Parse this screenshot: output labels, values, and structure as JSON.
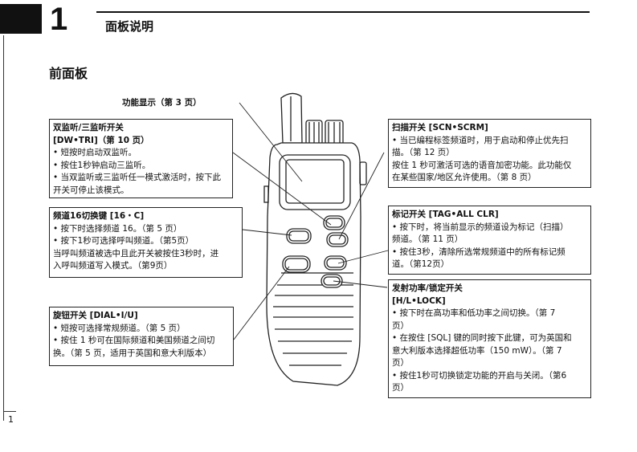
{
  "chapter": {
    "number": "1",
    "title": "面板说明"
  },
  "subsection_title": "前面板",
  "display_label": "功能显示（第 3 页）",
  "page_number": "1",
  "boxes": {
    "dw_tri": {
      "title1": "双监听/三监听开关",
      "title2": "[DW•TRI]（第 10 页）",
      "lines": [
        "• 短按时启动双监听。",
        "• 按住1秒钟启动三监听。",
        "• 当双监听或三监听任一模式激活时，按下此",
        "开关可停止该模式。"
      ]
    },
    "ch16": {
      "title": "频道16切换键 [16・C]",
      "lines": [
        "• 按下时选择频道 16。（第 5 页）",
        "• 按下1秒可选择呼叫频道。（第5页）",
        "当呼叫频道被选中且此开关被按住3秒时，进",
        "入呼叫频道写入模式。（第9页）"
      ]
    },
    "dial": {
      "title": "旋钮开关 [DIAL•I/U]",
      "lines": [
        "• 短按可选择常规频道。（第 5 页）",
        "• 按住 1 秒可在国际频道和美国频道之间切",
        "换。（第 5 页，适用于英国和意大利版本）"
      ]
    },
    "scan": {
      "title": "扫描开关 [SCN•SCRM]",
      "lines": [
        "• 当已编程标签频道时，用于启动和停止优先扫",
        "描。（第 12 页）",
        "按住 1 秒可激活可选的语音加密功能。此功能仅",
        "在某些国家/地区允许使用。（第 8 页）"
      ]
    },
    "tag": {
      "title": "标记开关 [TAG•ALL CLR]",
      "lines": [
        "• 按下时，将当前显示的频道设为标记（扫描）",
        "频道。（第 11 页）",
        "• 按住3秒，清除所选常规频道中的所有标记频",
        "道。（第12页）"
      ]
    },
    "hl": {
      "title1": "发射功率/锁定开关",
      "title2": "[H/L•LOCK]",
      "lines": [
        "• 按下时在高功率和低功率之间切换。（第 7",
        "页）",
        "• 在按住 [SQL] 键的同时按下此键，可为英国和",
        "意大利版本选择超低功率（150 mW）。（第 7",
        "页）",
        "• 按住1秒可切换锁定功能的开启与关闭。（第6",
        "页）"
      ]
    }
  }
}
